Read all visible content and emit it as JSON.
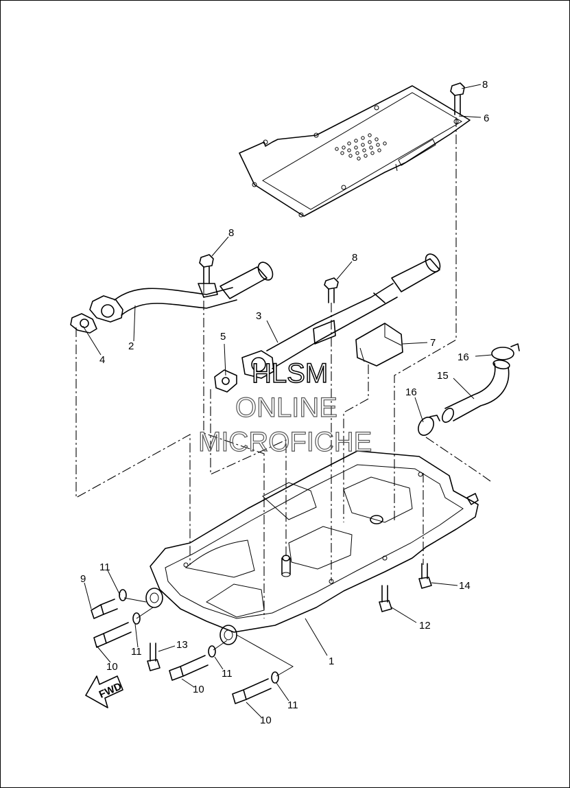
{
  "callouts": {
    "c1": "1",
    "c2": "2",
    "c3": "3",
    "c4": "4",
    "c5": "5",
    "c6": "6",
    "c7": "7",
    "c8a": "8",
    "c8b": "8",
    "c8c": "8",
    "c9": "9",
    "c10a": "10",
    "c10b": "10",
    "c10c": "10",
    "c11a": "11",
    "c11b": "11",
    "c11c": "11",
    "c11d": "11",
    "c12": "12",
    "c13": "13",
    "c14": "14",
    "c15": "15",
    "c16a": "16",
    "c16b": "16"
  },
  "watermark": {
    "line1": "HLSM",
    "line2": "ONLINE",
    "line3": "MICROFICHE"
  },
  "direction_badge": "FWD"
}
